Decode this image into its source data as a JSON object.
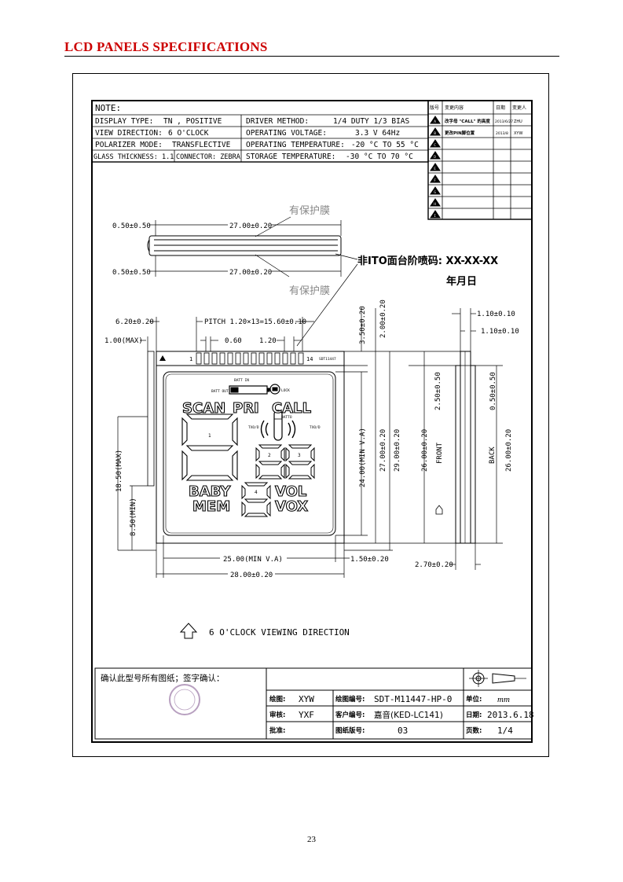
{
  "header": {
    "title": "LCD PANELS SPECIFICATIONS"
  },
  "notes": {
    "title": "NOTE:",
    "rows": [
      {
        "k1": "DISPLAY TYPE:",
        "v1": "TN , POSITIVE",
        "k2": "DRIVER METHOD:",
        "v2": "1/4 DUTY    1/3 BIAS"
      },
      {
        "k1": "VIEW DIRECTION:",
        "v1": "6    O'CLOCK",
        "k2": "OPERATING VOLTAGE:",
        "v2": "3.3 V     64Hz"
      },
      {
        "k1": "POLARIZER MODE:",
        "v1": "TRANSFLECTIVE",
        "k2": "OPERATING TEMPERATURE:",
        "v2": "-20 °C TO 55 °C"
      },
      {
        "k1": "GLASS THICKNESS: 1.1",
        "v1": "CONNECTOR: ZEBRA",
        "k2": "STORAGE TEMPERATURE:",
        "v2": "-30 °C TO 70 °C"
      }
    ]
  },
  "revision": {
    "headers": [
      "版号",
      "变更内容",
      "日期",
      "变更人"
    ],
    "rows": [
      {
        "mark": "A",
        "content": "改字母 \"CALL\" 的高度",
        "date": "2013/6/27",
        "person": "ZHU"
      },
      {
        "mark": "B",
        "content": "更改PIN脚位置",
        "date": "2013/8",
        "person": "XYW"
      },
      {
        "mark": "C",
        "content": "",
        "date": "",
        "person": ""
      },
      {
        "mark": "D",
        "content": "",
        "date": "",
        "person": ""
      },
      {
        "mark": "E",
        "content": "",
        "date": "",
        "person": ""
      },
      {
        "mark": "F",
        "content": "",
        "date": "",
        "person": ""
      },
      {
        "mark": "G",
        "content": "",
        "date": "",
        "person": ""
      },
      {
        "mark": "H",
        "content": "",
        "date": "",
        "person": ""
      },
      {
        "mark": "I",
        "content": "",
        "date": "",
        "person": ""
      }
    ]
  },
  "side_view": {
    "dim_left_top": "0.50±0.50",
    "dim_top": "27.00±0.20",
    "dim_left_bottom": "0.50±0.50",
    "dim_bottom": "27.00±0.20",
    "film_top": "有保护膜",
    "film_bottom": "有保护膜",
    "spray_note": "非ITO面台阶喷码: XX-XX-XX",
    "date_note": "年月日"
  },
  "front_view": {
    "pitch_left": "6.20±0.20",
    "pitch": "PITCH 1.20×13=15.60±0.10",
    "left_max": "1.00(MAX)",
    "pin_w": "0.60",
    "pin_gap": "1.20",
    "pin_first": "1",
    "pin_last": "14",
    "pin_code": "SDT11447",
    "dim_350": "3.50±0.20",
    "dim_200": "2.00±0.20",
    "dim_va_h": "24.00(MIN V.A)",
    "dim_2700": "27.00±0.20",
    "dim_2900": "29.00±0.20",
    "dim_1850": "18.50(MAX)",
    "dim_850": "8.50(MIN)",
    "dim_va_w": "25.00(MIN V.A)",
    "dim_150": "1.50±0.20",
    "dim_2800": "28.00±0.20",
    "icons": {
      "batt_in": "BATT IN",
      "batt_out": "BATT OUT",
      "lock": "LOCK",
      "scan": "SCAN",
      "pri": "PRI",
      "call": "CALL",
      "batto": "BATTO",
      "tx_left": "TXO/D",
      "tx_right": "TXO/D",
      "baby": "BABY",
      "mem": "MEM",
      "vol": "VOL",
      "vox": "VOX",
      "d1": "1",
      "d2": "2",
      "d3": "3",
      "d4": "4"
    }
  },
  "edge_view": {
    "dim_110a": "1.10±0.10",
    "dim_110b": "1.10±0.10",
    "dim_250": "2.50±0.50",
    "dim_050": "0.50±0.50",
    "dim_2600a": "26.00±0.20",
    "front": "FRONT",
    "back": "BACK",
    "dim_2600b": "26.00±0.20",
    "dim_270": "2.70±0.20"
  },
  "viewing": {
    "label": "6  O'CLOCK VIEWING DIRECTION"
  },
  "title_block": {
    "confirm": "确认此型号所有图纸；签字确认：",
    "draw_label": "绘图:",
    "draw_val": "XYW",
    "dwgno_label": "绘图编号:",
    "dwgno_val": "SDT-M11447-HP-0",
    "unit_label": "单位:",
    "unit_val": "mm",
    "check_label": "审核:",
    "check_val": "YXF",
    "cust_label": "客户编号:",
    "cust_val": "嘉音(KED-LC141)",
    "date_label": "日期:",
    "date_val": "2013.6.18",
    "approve_label": "批准:",
    "ver_label": "图纸版号:",
    "ver_val": "03",
    "page_label": "页数:",
    "page_val": "1/4"
  },
  "page": {
    "number": "23"
  }
}
